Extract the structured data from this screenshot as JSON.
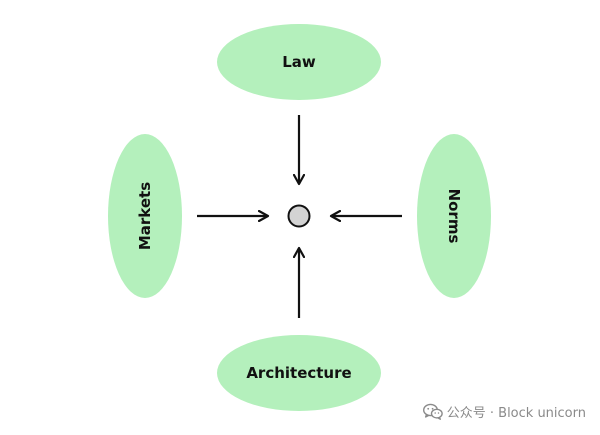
{
  "colors": {
    "node_fill": "#b4f0bc",
    "center_fill": "#d3d3d3",
    "stroke": "#111111",
    "watermark": "#8a8a8a"
  },
  "nodes": {
    "law": "Law",
    "markets": "Markets",
    "norms": "Norms",
    "architecture": "Architecture"
  },
  "watermark": {
    "icon": "wechat-icon",
    "text": "公众号 · Block unicorn"
  }
}
